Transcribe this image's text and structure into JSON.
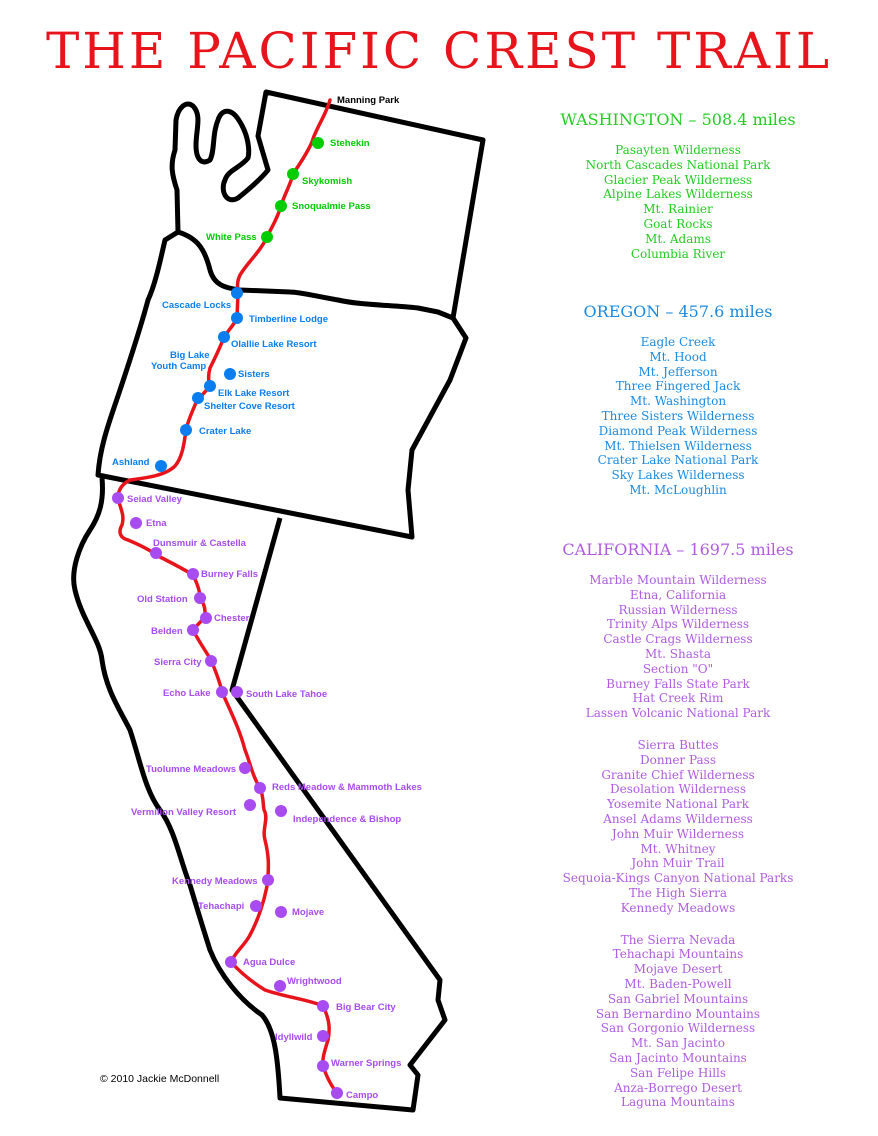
{
  "title": "THE PACIFIC CREST TRAIL",
  "copyright": "© 2010 Jackie McDonnell",
  "colors": {
    "title": "#e8141b",
    "trail": "#e8141b",
    "washington": "#00cc00",
    "oregon": "#0a7ef0",
    "california": "#a84bf0",
    "borders": "#000000"
  },
  "sections": {
    "washington": {
      "heading": "WASHINGTON – 508.4 miles",
      "groups": [
        [
          "Pasayten Wilderness",
          "North Cascades National Park",
          "Glacier Peak Wilderness",
          "Alpine Lakes Wilderness",
          "Mt. Rainier",
          "Goat Rocks",
          "Mt. Adams",
          "Columbia River"
        ]
      ]
    },
    "oregon": {
      "heading": "OREGON – 457.6 miles",
      "groups": [
        [
          "Eagle Creek",
          "Mt. Hood",
          "Mt. Jefferson",
          "Three Fingered Jack",
          "Mt. Washington",
          "Three Sisters Wilderness",
          "Diamond Peak Wilderness",
          "Mt. Thielsen Wilderness",
          "Crater Lake National Park",
          "Sky Lakes Wilderness",
          "Mt. McLoughlin"
        ]
      ]
    },
    "california": {
      "heading": "CALIFORNIA – 1697.5 miles",
      "groups": [
        [
          "Marble Mountain Wilderness",
          "Etna, California",
          "Russian Wilderness",
          "Trinity Alps Wilderness",
          "Castle Crags Wilderness",
          "Mt. Shasta",
          "Section \"O\"",
          "Burney Falls State Park",
          "Hat Creek Rim",
          "Lassen Volcanic National Park"
        ],
        [
          "Sierra Buttes",
          "Donner Pass",
          "Granite Chief Wilderness",
          "Desolation Wilderness",
          "Yosemite National Park",
          "Ansel Adams Wilderness",
          "John Muir Wilderness",
          "Mt. Whitney",
          "John Muir Trail",
          "Sequoia-Kings Canyon National Parks",
          "The High Sierra",
          "Kennedy Meadows"
        ],
        [
          "The Sierra Nevada",
          "Tehachapi Mountains",
          "Mojave Desert",
          "Mt. Baden-Powell",
          "San Gabriel Mountains",
          "San Bernardino Mountains",
          "San Gorgonio Wilderness",
          "Mt. San Jacinto",
          "San Jacinto Mountains",
          "San Felipe Hills",
          "Anza-Borrego Desert",
          "Laguna Mountains"
        ]
      ]
    }
  },
  "map": {
    "terminus_label": "Manning Park",
    "stops": [
      {
        "name": "Stehekin",
        "state": "washington"
      },
      {
        "name": "Skykomish",
        "state": "washington"
      },
      {
        "name": "Snoqualmie Pass",
        "state": "washington"
      },
      {
        "name": "White Pass",
        "state": "washington"
      },
      {
        "name": "Cascade Locks",
        "state": "oregon"
      },
      {
        "name": "Timberline Lodge",
        "state": "oregon"
      },
      {
        "name": "Olallie Lake Resort",
        "state": "oregon"
      },
      {
        "name": "Big Lake",
        "state": "oregon"
      },
      {
        "name": "Youth Camp",
        "state": "oregon"
      },
      {
        "name": "Sisters",
        "state": "oregon"
      },
      {
        "name": "Elk Lake Resort",
        "state": "oregon"
      },
      {
        "name": "Shelter Cove Resort",
        "state": "oregon"
      },
      {
        "name": "Crater Lake",
        "state": "oregon"
      },
      {
        "name": "Ashland",
        "state": "oregon"
      },
      {
        "name": "Seiad Valley",
        "state": "california"
      },
      {
        "name": "Etna",
        "state": "california"
      },
      {
        "name": "Dunsmuir & Castella",
        "state": "california"
      },
      {
        "name": "Burney Falls",
        "state": "california"
      },
      {
        "name": "Old Station",
        "state": "california"
      },
      {
        "name": "Chester",
        "state": "california"
      },
      {
        "name": "Belden",
        "state": "california"
      },
      {
        "name": "Sierra City",
        "state": "california"
      },
      {
        "name": "Echo Lake",
        "state": "california"
      },
      {
        "name": "South Lake Tahoe",
        "state": "california"
      },
      {
        "name": "Tuolumne Meadows",
        "state": "california"
      },
      {
        "name": "Reds Meadow & Mammoth Lakes",
        "state": "california"
      },
      {
        "name": "Vermilion Valley Resort",
        "state": "california"
      },
      {
        "name": "Independence & Bishop",
        "state": "california"
      },
      {
        "name": "Kennedy Meadows",
        "state": "california"
      },
      {
        "name": "Tehachapi",
        "state": "california"
      },
      {
        "name": "Mojave",
        "state": "california"
      },
      {
        "name": "Agua Dulce",
        "state": "california"
      },
      {
        "name": "Wrightwood",
        "state": "california"
      },
      {
        "name": "Big Bear City",
        "state": "california"
      },
      {
        "name": "Idyllwild",
        "state": "california"
      },
      {
        "name": "Warner Springs",
        "state": "california"
      },
      {
        "name": "Campo",
        "state": "california"
      }
    ]
  }
}
